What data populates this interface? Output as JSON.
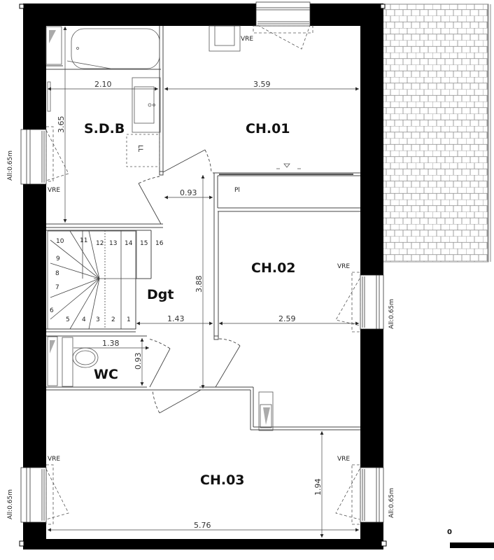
{
  "rooms": {
    "sdb": "S.D.B",
    "ch01": "CH.01",
    "ch02": "CH.02",
    "ch03": "CH.03",
    "dgt": "Dgt",
    "wc": "WC",
    "pl": "Pl",
    "ll": "LL"
  },
  "dimensions": {
    "sdb_width": "2.10",
    "ch01_width": "3.59",
    "sdb_height": "3.65",
    "corridor_width": "0.93",
    "dgt_height": "3.88",
    "dgt_width": "1.43",
    "ch02_width": "2.59",
    "wc_width": "1.38",
    "wc_depth": "0.93",
    "ch03_depth": "1.94",
    "ch03_width": "5.76"
  },
  "windows": {
    "vre_label": "VRE",
    "sill_label": "All:0.65m"
  },
  "stairs": {
    "steps": [
      "1",
      "2",
      "3",
      "4",
      "5",
      "6",
      "7",
      "8",
      "9",
      "10",
      "11",
      "12",
      "13",
      "14",
      "15",
      "16"
    ]
  },
  "scale": {
    "zero_label": "0"
  }
}
